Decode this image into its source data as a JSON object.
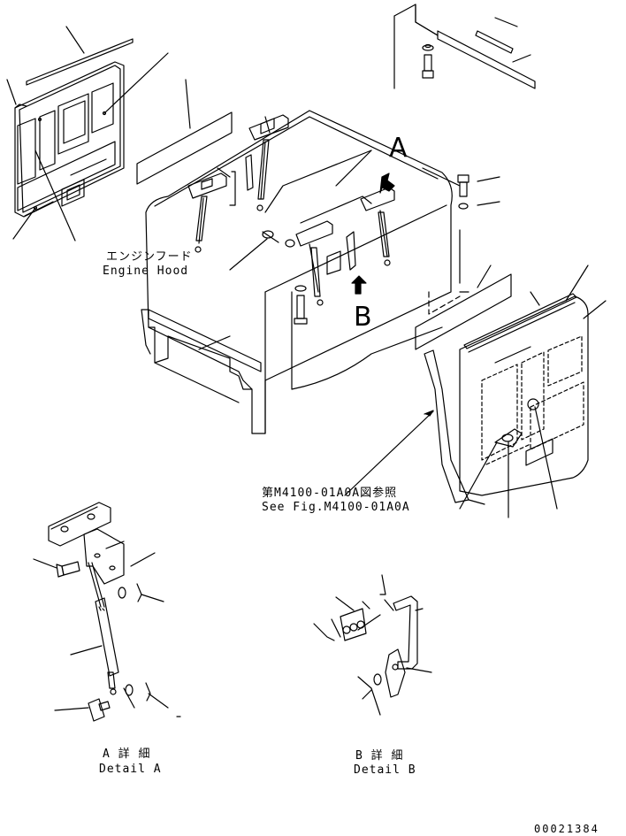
{
  "labels": {
    "engine_hood_jp": "エンジンフード",
    "engine_hood_en": "Engine Hood",
    "view_a_marker": "A",
    "view_b_marker": "B",
    "see_fig_jp": "第M4100-01A0A図参照",
    "see_fig_en": "See Fig.M4100-01A0A",
    "detail_a_jp": "A 詳 細",
    "detail_a_en": "Detail A",
    "detail_b_jp": "B 詳 細",
    "detail_b_en": "Detail B",
    "drawing_number": "00021384"
  },
  "colors": {
    "line": "#000000",
    "background": "#ffffff"
  }
}
